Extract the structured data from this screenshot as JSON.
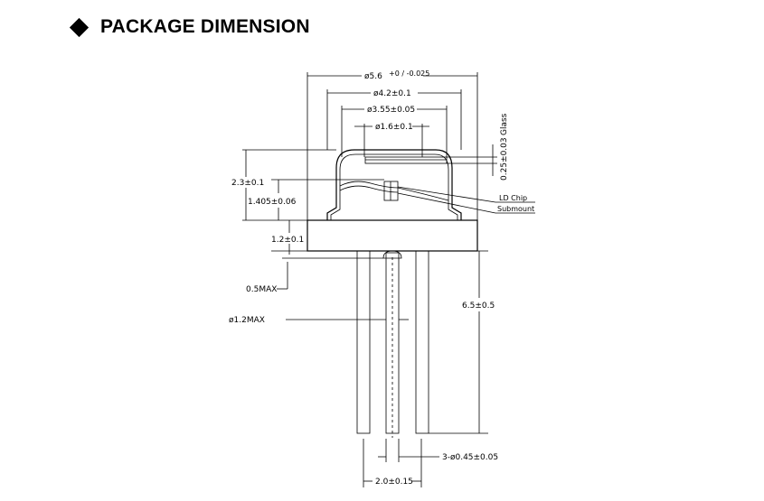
{
  "header": {
    "title": "PACKAGE DIMENSION"
  },
  "icons": {
    "bullet": "diamond-bullet-icon"
  },
  "dimensions": {
    "cap_outer": "ø5.6",
    "cap_outer_tol": "+0 / -0.025",
    "flange_diam": "ø4.2±0.1",
    "window_diam": "ø3.55±0.05",
    "inner_diam": "ø1.6±0.1",
    "glass": "Glass",
    "glass_thickness": "0.25±0.03",
    "cap_height": "2.3±0.1",
    "chip_height": "1.405±0.06",
    "base_height": "1.2±0.1",
    "lead_offset": "0.5MAX",
    "lead_length": "6.5±0.5",
    "lead_diam": "ø1.2MAX",
    "pin_diam": "3-ø0.45±0.05",
    "pin_pitch": "2.0±0.15"
  },
  "labels": {
    "ld_chip": "LD Chip",
    "submount": "Submount"
  }
}
